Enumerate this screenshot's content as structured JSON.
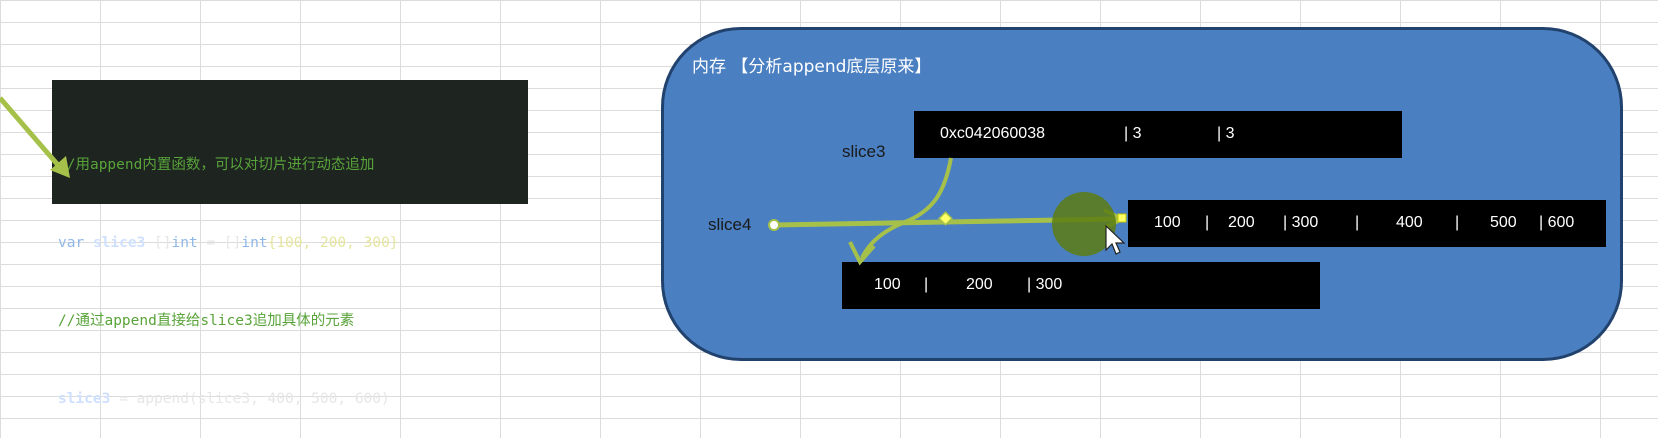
{
  "code": {
    "line1": "//用append内置函数，可以对切片进行动态追加",
    "line2_kw": "var",
    "line2_name": "slice3",
    "line2_rest_a": " []",
    "line2_ty1": "int",
    "line2_rest_b": " = []",
    "line2_ty2": "int",
    "line2_vals": "{100, 200, 300}",
    "line3": "//通过append直接给slice3追加具体的元素",
    "line4_name": "slice3",
    "line4_rest": " = append(slice3, 400, 500, 600)"
  },
  "memory": {
    "title": "内存 【分析append底层原来】",
    "slice3_label": "slice3",
    "slice4_label": "slice4",
    "slice3_header": [
      "0xc042060038",
      "| 3",
      "| 3"
    ],
    "new_array": [
      "100",
      "|",
      "200",
      "| 300",
      "|",
      "400",
      "|",
      "500",
      "| 600"
    ],
    "old_array": [
      "100",
      "|",
      "200",
      "| 300"
    ]
  },
  "colors": {
    "memory_bg": "#4a7fc1",
    "arrow": "#a6c14a",
    "code_bg": "#1e2420"
  }
}
